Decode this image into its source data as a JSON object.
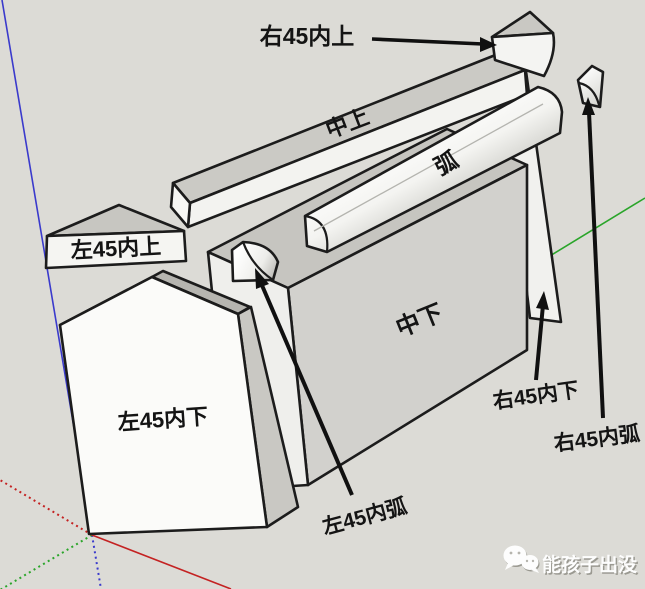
{
  "viewport": {
    "app": "sketchup-3d-view",
    "background": "#dcdbd6"
  },
  "part_labels": {
    "right45_inner_upper": "右45内上",
    "middle_upper": "中上",
    "arc": "弧",
    "left45_inner_upper": "左45内上",
    "middle_lower": "中下",
    "left45_inner_lower": "左45内下",
    "right45_inner_lower": "右45内下",
    "right45_inner_arc": "右45内弧",
    "left45_inner_arc": "左45内弧"
  },
  "axes": {
    "red": "#c42222",
    "green": "#2aa52a",
    "blue": "#3a3acc"
  },
  "watermark": {
    "icon": "wechat-chat-bubbles-icon",
    "text": "能孩子出没",
    "text_color": "#ffffff"
  }
}
